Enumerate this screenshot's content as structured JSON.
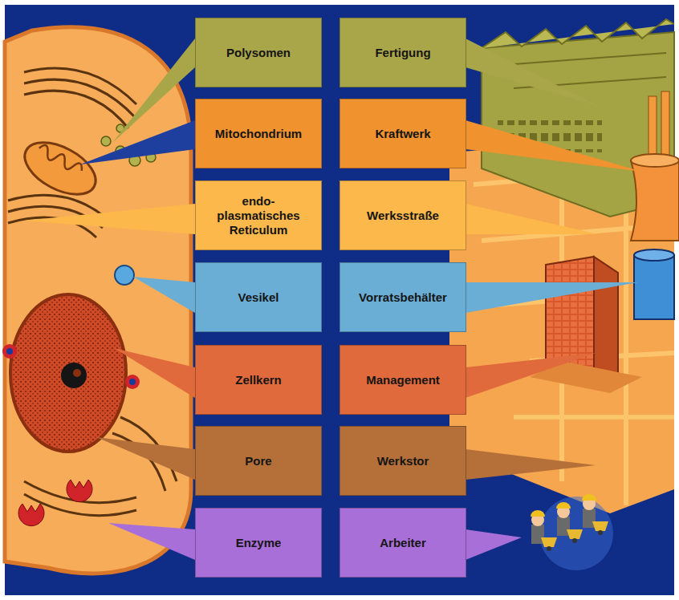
{
  "diagram": {
    "nodes": [
      {
        "text": [
          "Polysomen"
        ]
      },
      {
        "text": [
          "Fertigung"
        ]
      },
      {
        "text": [
          "Mitochondrium"
        ]
      },
      {
        "text": [
          "Kraftwerk"
        ]
      },
      {
        "text": [
          "endo- plasmatisches Reticulum"
        ]
      },
      {
        "text": [
          "Werksstraße"
        ]
      },
      {
        "text": [
          "Vesikel"
        ]
      },
      {
        "text": [
          "Vorratsbehälter"
        ]
      },
      {
        "text": [
          "Zellkern"
        ]
      },
      {
        "text": [
          "Management"
        ]
      },
      {
        "text": [
          "Pore"
        ]
      },
      {
        "text": [
          "Werkstor"
        ]
      },
      {
        "text": [
          "Enzyme"
        ]
      },
      {
        "text": [
          "Arbeiter"
        ]
      }
    ]
  }
}
